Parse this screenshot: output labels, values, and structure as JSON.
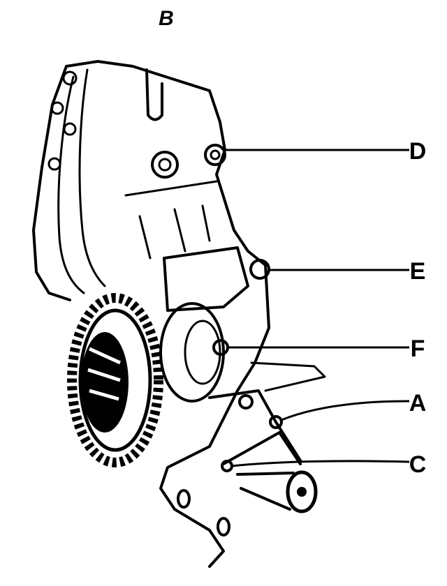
{
  "figure": {
    "title": "B",
    "callouts": [
      {
        "id": "D",
        "label": "D"
      },
      {
        "id": "E",
        "label": "E"
      },
      {
        "id": "F",
        "label": "F"
      },
      {
        "id": "A",
        "label": "A"
      },
      {
        "id": "C",
        "label": "C"
      }
    ]
  },
  "colors": {
    "ink": "#000000",
    "background": "#ffffff"
  }
}
